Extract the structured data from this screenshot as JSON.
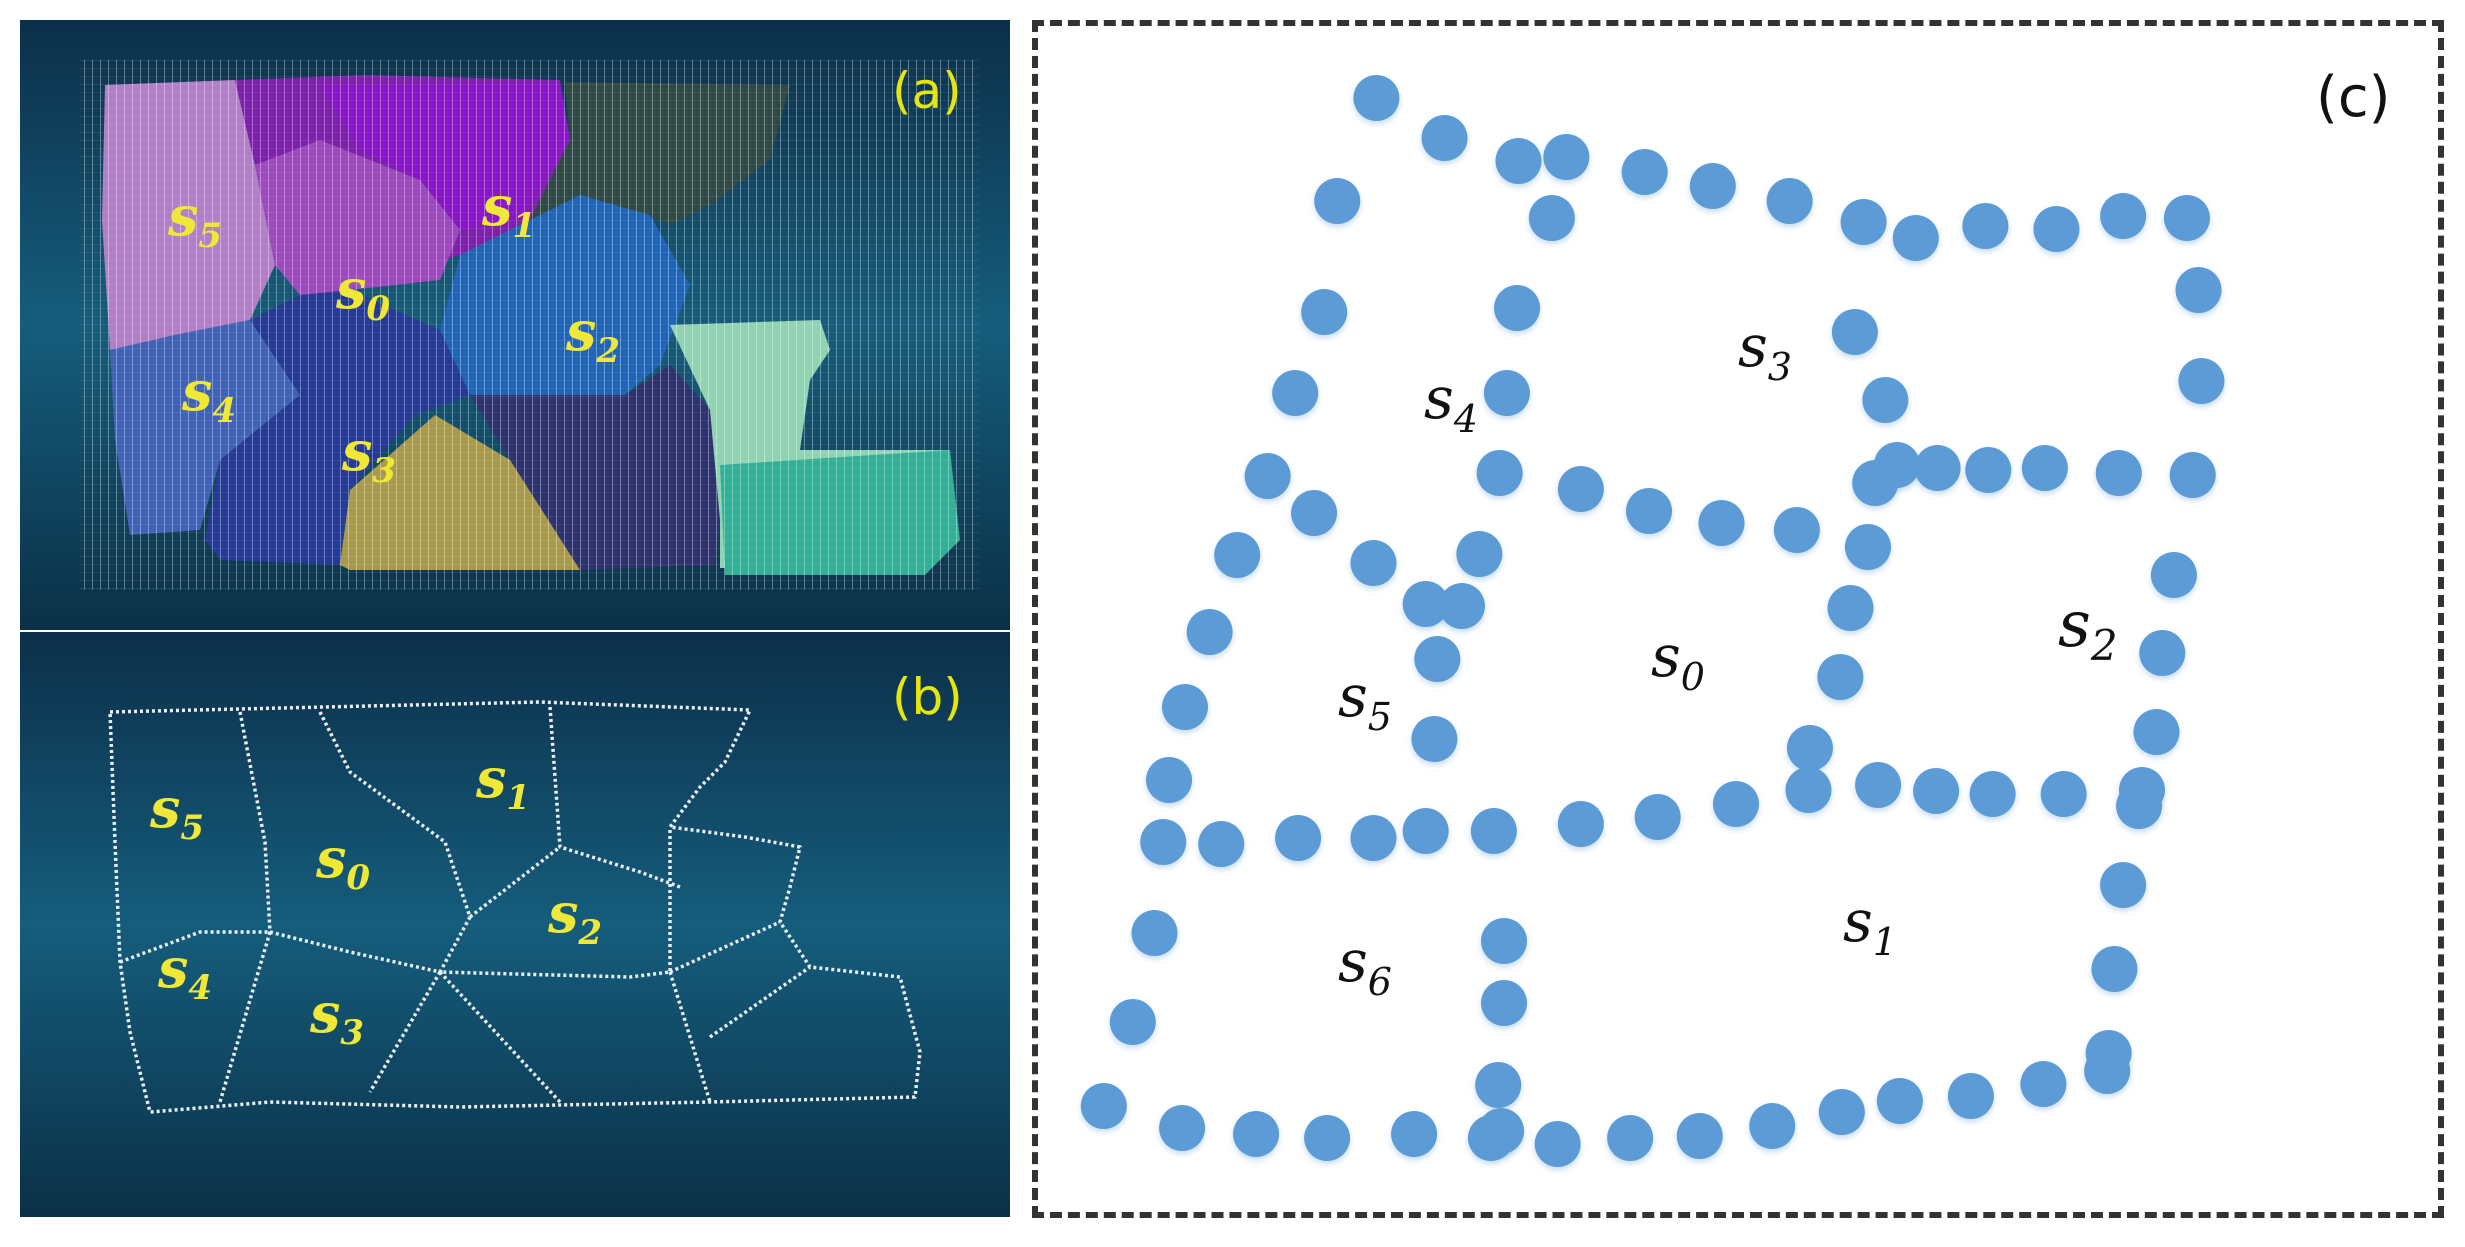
{
  "panel_a": {
    "tag": "(a)",
    "labels": {
      "s5": {
        "base": "s",
        "sub": "5"
      },
      "s1": {
        "base": "s",
        "sub": "1"
      },
      "s0": {
        "base": "s",
        "sub": "0"
      },
      "s2": {
        "base": "s",
        "sub": "2"
      },
      "s4": {
        "base": "s",
        "sub": "4"
      },
      "s3": {
        "base": "s",
        "sub": "3"
      }
    }
  },
  "panel_b": {
    "tag": "(b)",
    "labels": {
      "s5": {
        "base": "s",
        "sub": "5"
      },
      "s1": {
        "base": "s",
        "sub": "1"
      },
      "s0": {
        "base": "s",
        "sub": "0"
      },
      "s2": {
        "base": "s",
        "sub": "2"
      },
      "s4": {
        "base": "s",
        "sub": "4"
      },
      "s3": {
        "base": "s",
        "sub": "3"
      }
    }
  },
  "panel_c": {
    "tag": "(c)",
    "labels": {
      "s3": {
        "base": "s",
        "sub": "3"
      },
      "s4": {
        "base": "s",
        "sub": "4"
      },
      "s2": {
        "base": "s",
        "sub": "2"
      },
      "s0": {
        "base": "s",
        "sub": "0"
      },
      "s5": {
        "base": "s",
        "sub": "5"
      },
      "s1": {
        "base": "s",
        "sub": "1"
      },
      "s6": {
        "base": "s",
        "sub": "6"
      }
    }
  },
  "colors": {
    "panel_background": "#0d3550",
    "region_label": "#f0e836",
    "dot": "#5b9bd5"
  }
}
